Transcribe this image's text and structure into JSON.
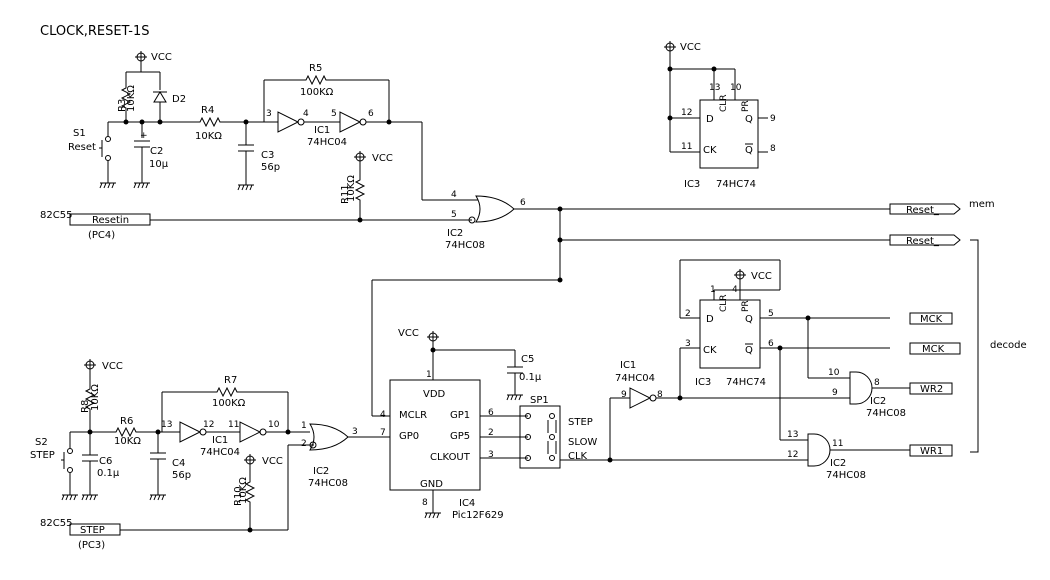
{
  "title": "CLOCK,RESET-1S",
  "vcc": "VCC",
  "gnd": "GND",
  "s1": {
    "ref": "S1",
    "name": "Reset"
  },
  "s2": {
    "ref": "S2",
    "name": "STEP"
  },
  "r3": {
    "ref": "R3",
    "val": "10KΩ"
  },
  "r4": {
    "ref": "R4",
    "val": "10KΩ"
  },
  "r5": {
    "ref": "R5",
    "val": "100KΩ"
  },
  "r6": {
    "ref": "R6",
    "val": "10KΩ"
  },
  "r7": {
    "ref": "R7",
    "val": "100KΩ"
  },
  "r8": {
    "ref": "R8",
    "val": "10KΩ"
  },
  "r10": {
    "ref": "R10",
    "val": "10KΩ"
  },
  "r11": {
    "ref": "R11",
    "val": "10KΩ"
  },
  "d2": {
    "ref": "D2"
  },
  "c2": {
    "ref": "C2",
    "val": "10μ"
  },
  "c3": {
    "ref": "C3",
    "val": "56p"
  },
  "c4": {
    "ref": "C4",
    "val": "56p"
  },
  "c5": {
    "ref": "C5",
    "val": "0.1μ"
  },
  "c6": {
    "ref": "C6",
    "val": "0.1μ"
  },
  "ic1": {
    "ref": "IC1",
    "part": "74HC04"
  },
  "ic2": {
    "ref": "IC2",
    "part": "74HC08"
  },
  "ic3": {
    "ref": "IC3",
    "part": "74HC74"
  },
  "ic4": {
    "ref": "IC4",
    "part": "Pic12F629",
    "pins": {
      "vdd": "VDD",
      "mclr": "MCLR",
      "gp0": "GP0",
      "gp1": "GP1",
      "gp5": "GP5",
      "clkout": "CLKOUT",
      "gnd": "GND"
    }
  },
  "ff_pins": {
    "d": "D",
    "ck": "CK",
    "q": "Q",
    "qn": "Q",
    "clr": "CLR",
    "pr": "PR"
  },
  "sp1": {
    "ref": "SP1",
    "step": "STEP",
    "slow": "SLOW",
    "clk": "CLK"
  },
  "ports": {
    "host": "82C55",
    "resetin": "Resetin",
    "pc4": "(PC4)",
    "step": "STEP",
    "pc3": "(PC3)"
  },
  "outputs": {
    "reset1": "Reset_",
    "reset2": "Reset_",
    "mck": "MCK",
    "mckn": "MCK_",
    "wr2": "WR2",
    "wr1": "WR1"
  },
  "notes": {
    "mem": "mem",
    "decode": "decode"
  },
  "pin_numbers": {
    "p1": "1",
    "p2": "2",
    "p3": "3",
    "p4": "4",
    "p5": "5",
    "p6": "6",
    "p7": "7",
    "p8": "8",
    "p9": "9",
    "p10": "10",
    "p11": "11",
    "p12": "12",
    "p13": "13"
  }
}
